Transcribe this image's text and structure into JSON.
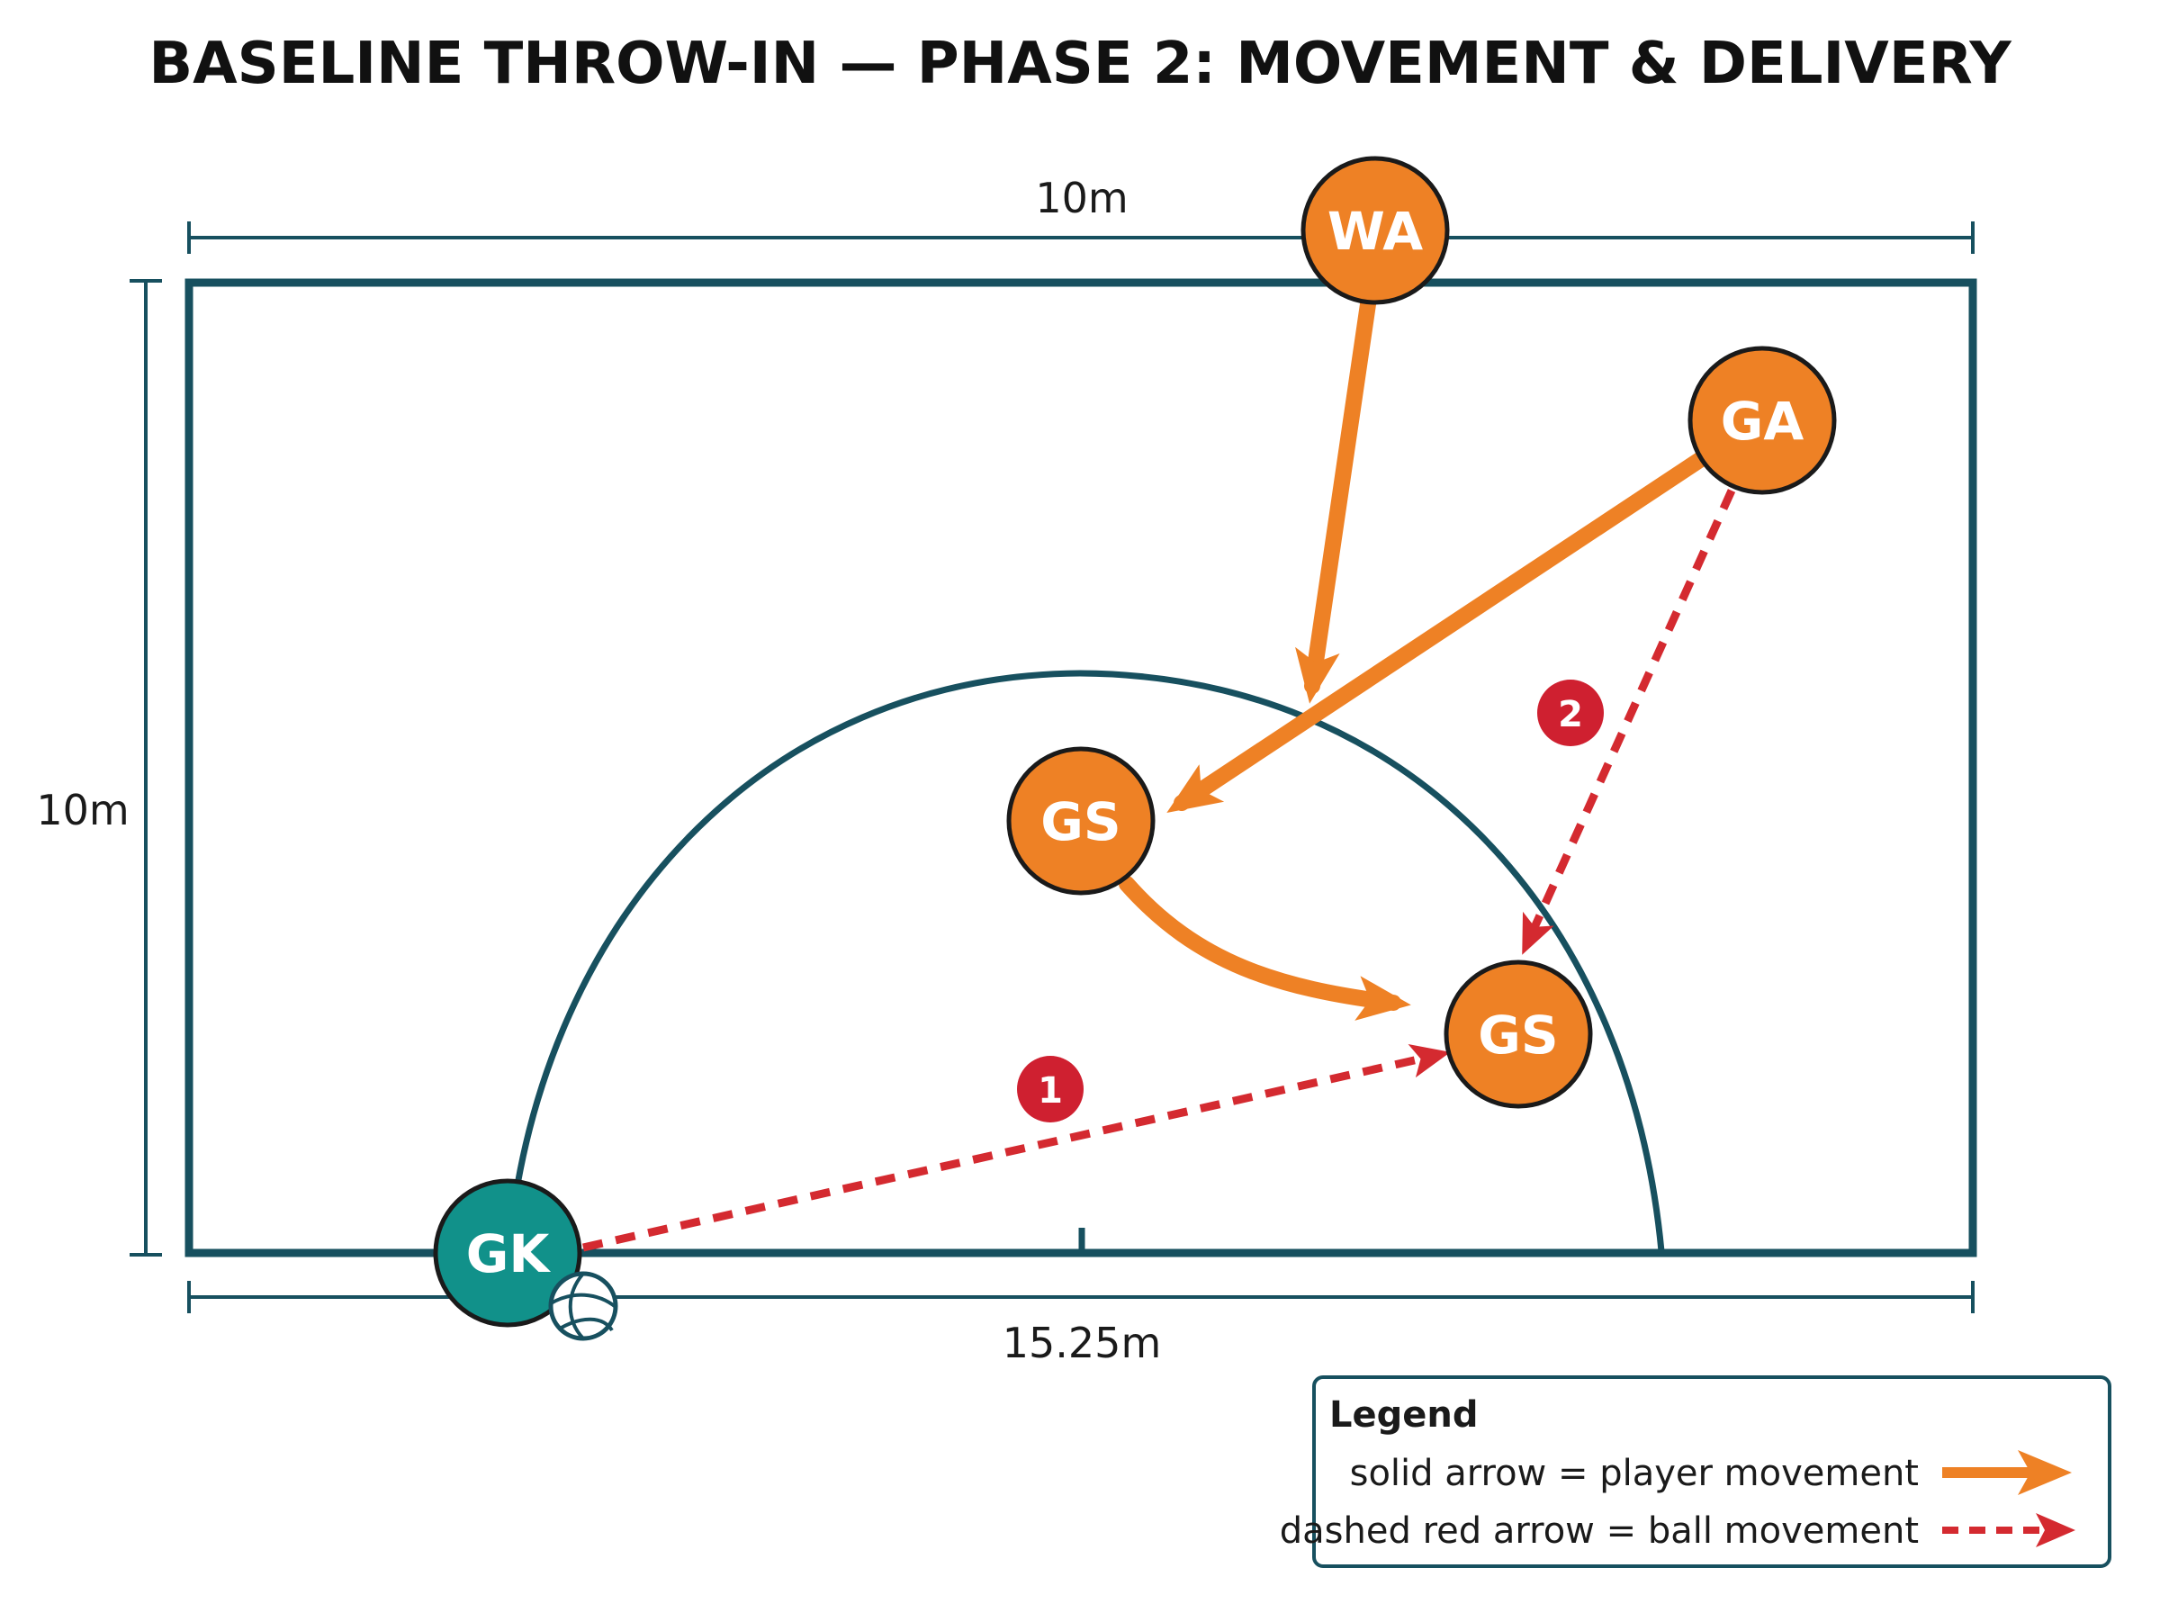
{
  "title": "BASELINE THROW-IN — PHASE 2: MOVEMENT & DELIVERY",
  "dimensions": {
    "top_width": "10m",
    "side_height": "10m",
    "bottom_width": "15.25m"
  },
  "players": [
    {
      "id": "wa",
      "label": "WA",
      "role": "attacker"
    },
    {
      "id": "ga",
      "label": "GA",
      "role": "attacker"
    },
    {
      "id": "gs-start",
      "label": "GS",
      "role": "attacker"
    },
    {
      "id": "gs-end",
      "label": "GS",
      "role": "attacker"
    },
    {
      "id": "gk",
      "label": "GK",
      "role": "thrower"
    }
  ],
  "pass_steps": [
    {
      "id": "step-1",
      "label": "1"
    },
    {
      "id": "step-2",
      "label": "2"
    }
  ],
  "legend": {
    "title": "Legend",
    "solid_text": "solid arrow = player movement",
    "dashed_text": "dashed red arrow = ball movement"
  },
  "colors": {
    "attacker": "#ee8125",
    "thrower": "#11918a",
    "outline": "#1a1a1a",
    "court_line": "#17505f",
    "ball_path": "#d42a30",
    "step_badge": "#cf2030"
  }
}
